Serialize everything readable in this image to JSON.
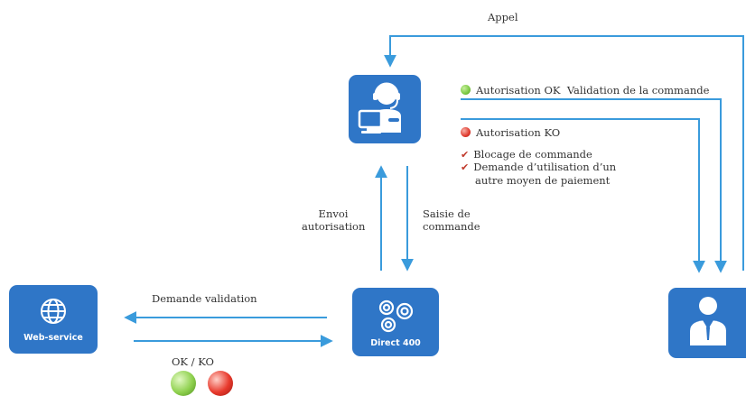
{
  "labels": {
    "appel": "Appel",
    "auth_ok": "Autorisation OK",
    "validation_commande": "Validation de la commande",
    "auth_ko": "Autorisation KO",
    "blocage": "Blocage de commande",
    "demande_util_l1": "Demande d’utilisation d’un",
    "demande_util_l2": "autre moyen de paiement",
    "envoi_l1": "Envoi",
    "envoi_l2": "autorisation",
    "saisie_l1": "Saisie de",
    "saisie_l2": "commande",
    "demande_validation": "Demande validation",
    "ok_ko": "OK  /  KO"
  },
  "nodes": {
    "operator": {
      "icon": "call-center-operator-icon"
    },
    "direct400": {
      "label": "Direct 400",
      "icon": "gears-icon"
    },
    "webservice": {
      "label": "Web-service",
      "icon": "globe-icon"
    },
    "client": {
      "icon": "businessman-icon"
    }
  },
  "colors": {
    "node_fill": "#2f76c7",
    "arrow": "#3a9bdc",
    "ok_dot": "#7ac943",
    "ko_dot": "#e03b2f",
    "check": "#c0392b"
  }
}
